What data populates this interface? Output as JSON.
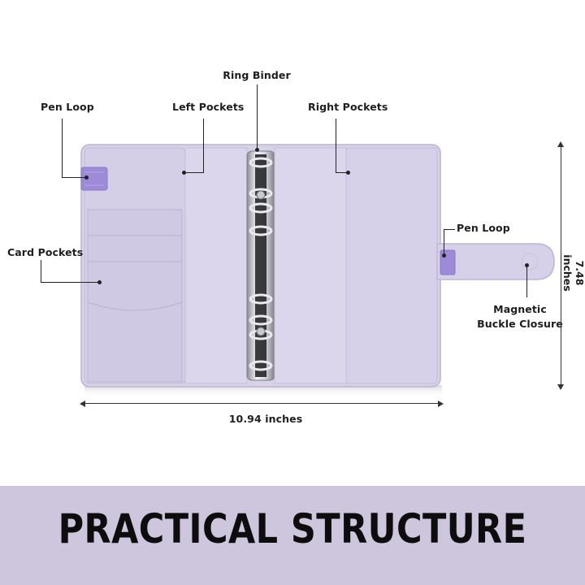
{
  "callouts": {
    "ring_binder": "Ring Binder",
    "pen_loop_left": "Pen Loop",
    "left_pockets": "Left Pockets",
    "right_pockets": "Right Pockets",
    "card_pockets": "Card Pockets",
    "pen_loop_right": "Pen Loop",
    "magnetic_line1": "Magnetic",
    "magnetic_line2": "Buckle Closure"
  },
  "dimensions": {
    "width": "10.94 inches",
    "height": "7.48 inches"
  },
  "banner": {
    "text": "PRACTICAL STRUCTURE"
  },
  "colors": {
    "cover": "#d8d2e8",
    "cover_edge": "#bcb4d2",
    "pocket": "#cfc8e2",
    "strap_accent": "#9d8bd8",
    "banner_bg": "#cdc6dd"
  }
}
